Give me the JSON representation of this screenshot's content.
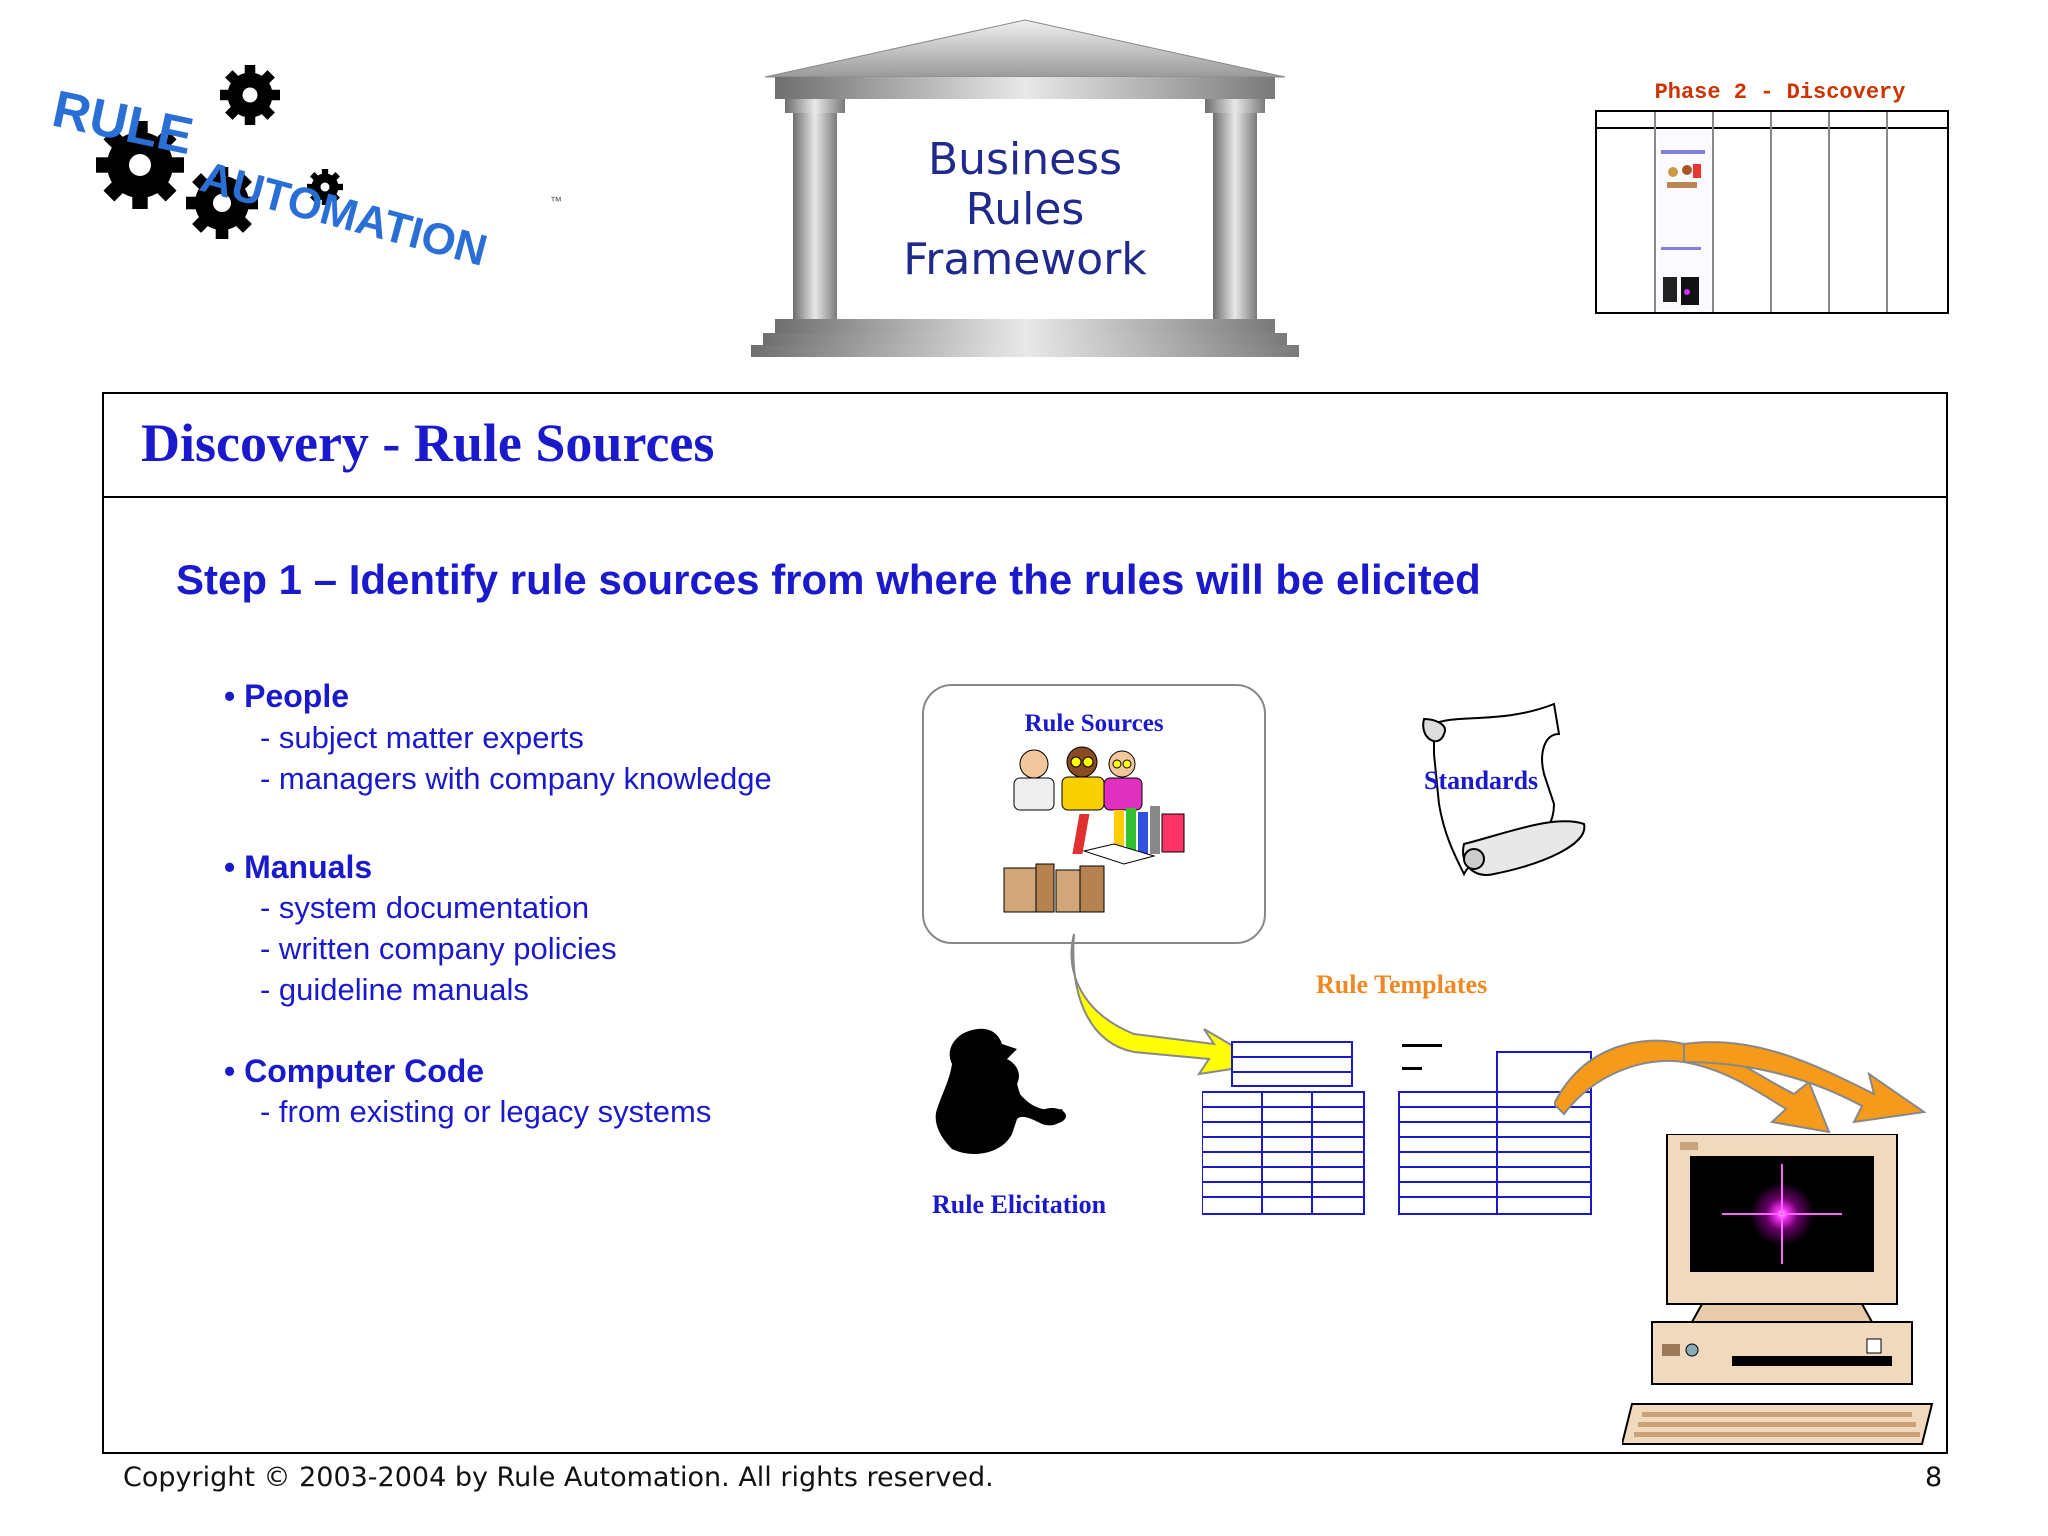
{
  "header": {
    "logo": {
      "line1": "RULE",
      "line2": "AUTOMATION",
      "tm": "™"
    },
    "temple": {
      "line1": "Business",
      "line2": "Rules",
      "line3": "Framework"
    },
    "phase_label": "Phase 2 - Discovery"
  },
  "slide": {
    "title": "Discovery - Rule Sources",
    "step_heading": "Step 1 – Identify rule sources from where the rules will be elicited",
    "categories": [
      {
        "label": "• People",
        "items": [
          "- subject matter experts",
          "- managers with company knowledge"
        ]
      },
      {
        "label": "• Manuals",
        "items": [
          "- system documentation",
          "- written company policies",
          "- guideline manuals"
        ]
      },
      {
        "label": "• Computer Code",
        "items": [
          "- from existing or legacy systems"
        ]
      }
    ],
    "diagram": {
      "rule_sources_label": "Rule Sources",
      "standards_label": "Standards",
      "rule_templates_label": "Rule Templates",
      "rule_elicitation_label": "Rule Elicitation",
      "colors": {
        "label_blue": "#1a1acc",
        "templates_orange": "#ee8822",
        "arrow_yellow": "#ffff00",
        "arrow_orange": "#f59a1a"
      }
    }
  },
  "footer": {
    "copyright": "Copyright © 2003-2004 by Rule Automation. All rights reserved.",
    "page_number": "8"
  }
}
